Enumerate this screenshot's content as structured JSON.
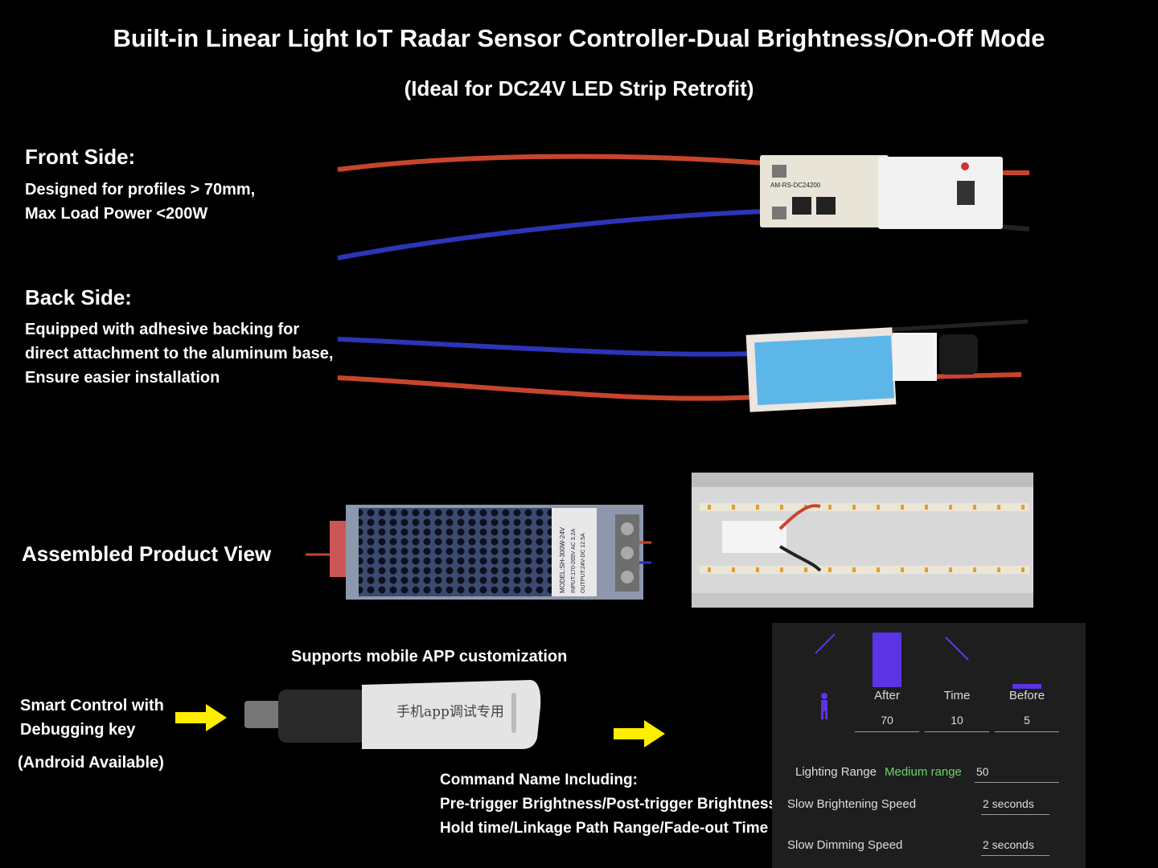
{
  "title": "Built-in Linear Light IoT Radar Sensor Controller-Dual Brightness/On-Off Mode",
  "subtitle": "(Ideal for DC24V LED Strip Retrofit)",
  "front": {
    "heading": "Front Side:",
    "lines": [
      "Designed for profiles > 70mm,",
      "Max Load Power <200W"
    ],
    "pcb_label": "AM-RS-DC24200"
  },
  "back": {
    "heading": "Back Side:",
    "lines": [
      "Equipped with adhesive backing for",
      "direct attachment to the aluminum base,",
      "Ensure easier installation"
    ]
  },
  "assembled": {
    "heading": "Assembled Product View",
    "psu_model": "MODEL:SH-300W-24V",
    "psu_input": "INPUT:170-265V AC 3.2A",
    "psu_output": "OUTPUT:24V-DC 12.5A"
  },
  "app_section": {
    "supports": "Supports mobile APP customization",
    "smart_lines": [
      "Smart Control with",
      "Debugging key"
    ],
    "android": "(Android Available)",
    "key_label": "手机app调试专用",
    "command_lines": [
      "Command Name Including:",
      "Pre-trigger Brightness/Post-trigger Brightness,",
      "Hold time/Linkage Path Range/Fade-out Time"
    ]
  },
  "app_panel": {
    "col_after": "After",
    "col_time": "Time",
    "col_before": "Before",
    "after_value": "70",
    "time_value": "10",
    "before_value": "5",
    "lighting_range_label": "Lighting Range",
    "lighting_range_mode": "Medium range",
    "lighting_range_value": "50",
    "slow_brightening_label": "Slow Brightening Speed",
    "slow_brightening_value": "2 seconds",
    "slow_dimming_label": "Slow Dimming Speed",
    "slow_dimming_value": "2 seconds",
    "accent_color": "#5b34e6",
    "mode_color": "#6cd46c"
  },
  "colors": {
    "arrow": "#ffee00",
    "red_wire": "#c8442c",
    "blue_wire": "#2c34b8"
  }
}
